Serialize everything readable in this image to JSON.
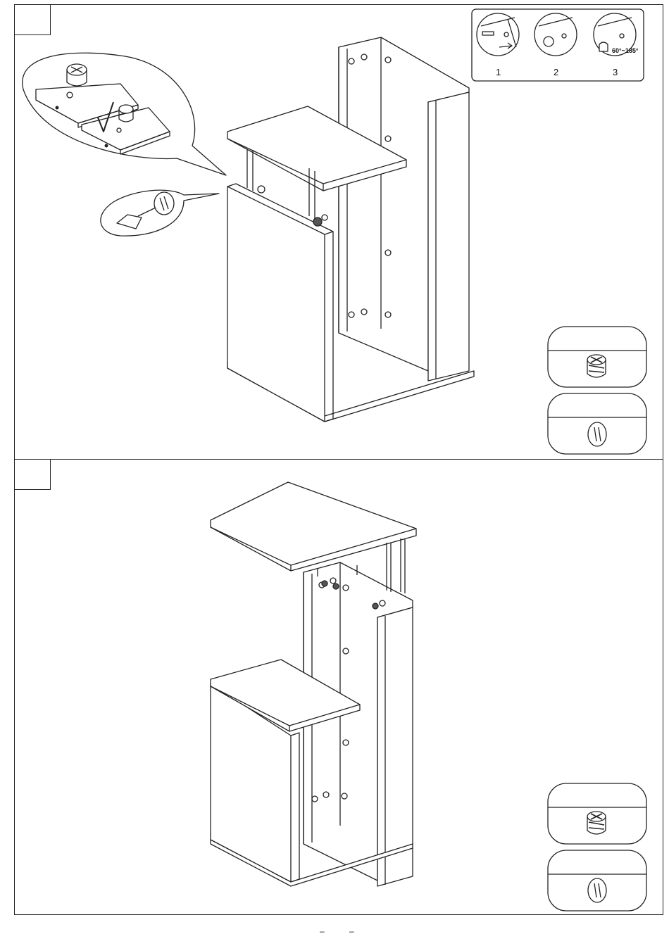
{
  "steps": [
    {
      "step_number": "",
      "inset_labels": [
        "1",
        "2",
        "3"
      ],
      "angle_label": "60°~185°",
      "parts": [
        {
          "icon": "cam-lock-icon"
        },
        {
          "icon": "cam-cover-icon"
        }
      ]
    },
    {
      "step_number": "",
      "parts": [
        {
          "icon": "cam-lock-icon"
        },
        {
          "icon": "cam-cover-icon"
        }
      ]
    }
  ],
  "footer": {
    "left_mark": "–",
    "right_mark": "–"
  }
}
